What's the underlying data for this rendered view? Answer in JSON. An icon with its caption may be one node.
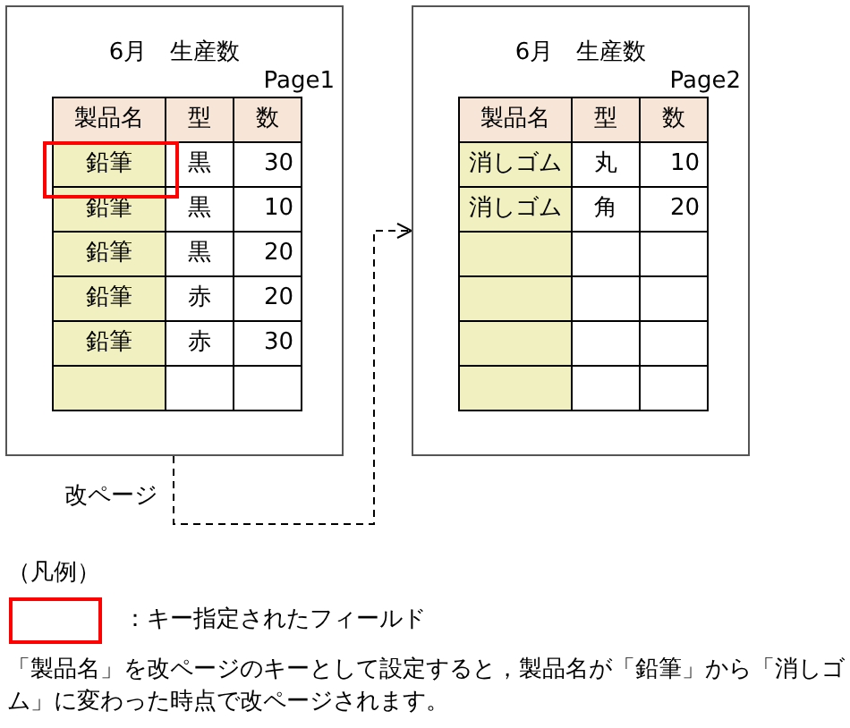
{
  "diagram": {
    "nodes": [
      {
        "text": [
          "6月　生産数",
          "Page1"
        ]
      },
      {
        "text": [
          "6月　生産数",
          "Page2"
        ]
      }
    ],
    "edges": [
      {
        "from": 0,
        "to": 1,
        "arrow": "to",
        "style": "dashed",
        "label": "改ページ"
      }
    ],
    "labels": [
      "製品名",
      "型",
      "数",
      "鉛筆",
      "黒",
      "30",
      "鉛筆",
      "黒",
      "10",
      "鉛筆",
      "黒",
      "20",
      "鉛筆",
      "赤",
      "20",
      "鉛筆",
      "赤",
      "30",
      "製品名",
      "型",
      "数",
      "消しゴム",
      "丸",
      "10",
      "消しゴム",
      "角",
      "20",
      "（凡例）",
      "「製品名」を改ページのキーとして設定すると，製品名が「鉛筆」から「消しゴム」に変わった時点で改ページされます。"
    ],
    "legend": [
      {
        "text": "：キー指定されたフィールド"
      }
    ]
  }
}
